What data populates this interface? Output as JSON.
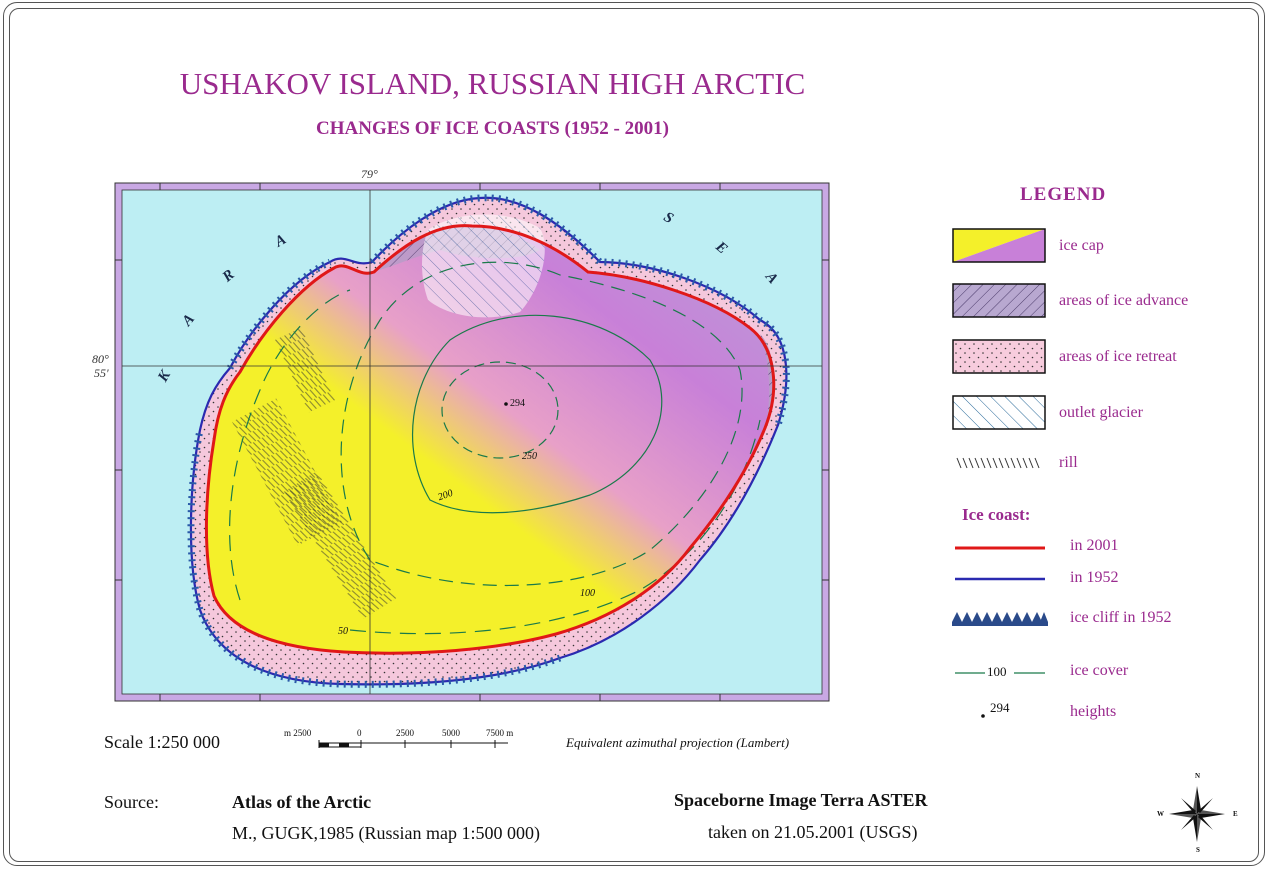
{
  "title": "USHAKOV ISLAND,   RUSSIAN HIGH ARCTIC",
  "subtitle": "CHANGES OF ICE COASTS  (1952 - 2001)",
  "map": {
    "longitude_label": "79°",
    "latitude_label_1": "80°",
    "latitude_label_2": "55'",
    "sea_letters_left": [
      "K",
      "A",
      "R",
      "A"
    ],
    "sea_letters_right": [
      "S",
      "E",
      "A"
    ],
    "contours": [
      {
        "label": "294"
      },
      {
        "label": "250"
      },
      {
        "label": "200"
      },
      {
        "label": "100"
      },
      {
        "label": "50"
      }
    ],
    "colors": {
      "sea": "#bdeef3",
      "frame": "#c9a8e4",
      "ice_yellow": "#f4f02a",
      "ice_magenta": "#c880d8",
      "coast_2001": "#e01818",
      "coast_1952": "#2a2ab0",
      "contour": "#1a7a4a"
    }
  },
  "legend": {
    "title": "LEGEND",
    "items": [
      {
        "label": "ice cap"
      },
      {
        "label": "areas of ice advance"
      },
      {
        "label": "areas of ice retreat"
      },
      {
        "label": "outlet glacier"
      },
      {
        "label": "rill"
      }
    ],
    "ice_coast_heading": "Ice coast:",
    "coast_items": [
      {
        "label": "in 2001"
      },
      {
        "label": "in 1952"
      },
      {
        "label": "ice cliff in 1952"
      }
    ],
    "ice_cover_symbol": "100",
    "ice_cover_label": "ice cover",
    "height_symbol": "294",
    "heights_label": "heights"
  },
  "scale": {
    "label": "Scale 1:250 000",
    "ticks": [
      "m 2500",
      "0",
      "2500",
      "5000",
      "7500 m"
    ]
  },
  "projection": "Equivalent azimuthal projection (Lambert)",
  "source": {
    "label": "Source:",
    "atlas_title": "Atlas of the Arctic",
    "atlas_detail": "M., GUGK,1985 (Russian map 1:500 000)",
    "image_title": "Spaceborne Image Terra ASTER",
    "image_detail": "taken on 21.05.2001 (USGS)"
  },
  "compass": {
    "n": "N",
    "s": "S",
    "e": "E",
    "w": "W"
  }
}
